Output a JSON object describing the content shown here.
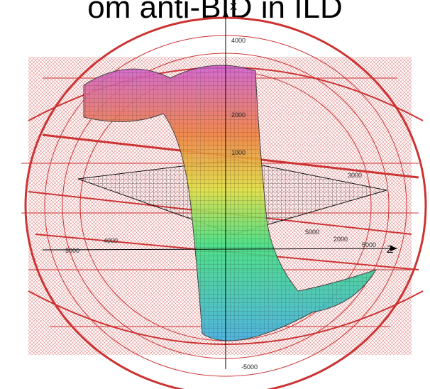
{
  "title": "om anti-BID in ILD",
  "axes": {
    "x_label": "X",
    "z_label": "Z",
    "x_ticks": [
      "4000",
      "2000",
      "1000"
    ],
    "floor_ticks_left": [
      "5000",
      "4000"
    ],
    "floor_ticks_right": [
      "5000",
      "2000",
      "3000",
      "5000"
    ],
    "bottom_tick": "-5000"
  },
  "colors": {
    "detector": "#cc3333",
    "surface_top": "#d060d0",
    "surface_mid": "#e0e040",
    "surface_low": "#40e080",
    "surface_bottom": "#40b0e0",
    "grid_plane": "#111111"
  }
}
